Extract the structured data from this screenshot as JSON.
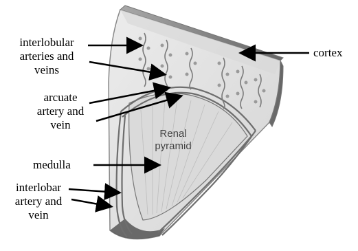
{
  "labels": {
    "interlobular": [
      "interlobular",
      "arteries and",
      "veins"
    ],
    "arcuate": [
      "arcuate",
      "artery and",
      "vein"
    ],
    "medulla": "medulla",
    "interlobar": [
      "interlobar",
      "artery and",
      "vein"
    ],
    "cortex": "cortex"
  },
  "inner_labels": {
    "renal_pyramid": [
      "Renal",
      "pyramid"
    ]
  },
  "colors": {
    "cortex_fill": "#e2e2e2",
    "cortex_rim": "#7a7a7a",
    "medulla_fill": "#d6d6d6",
    "vessel": "#6e6e6e",
    "arrow": "#000000"
  }
}
